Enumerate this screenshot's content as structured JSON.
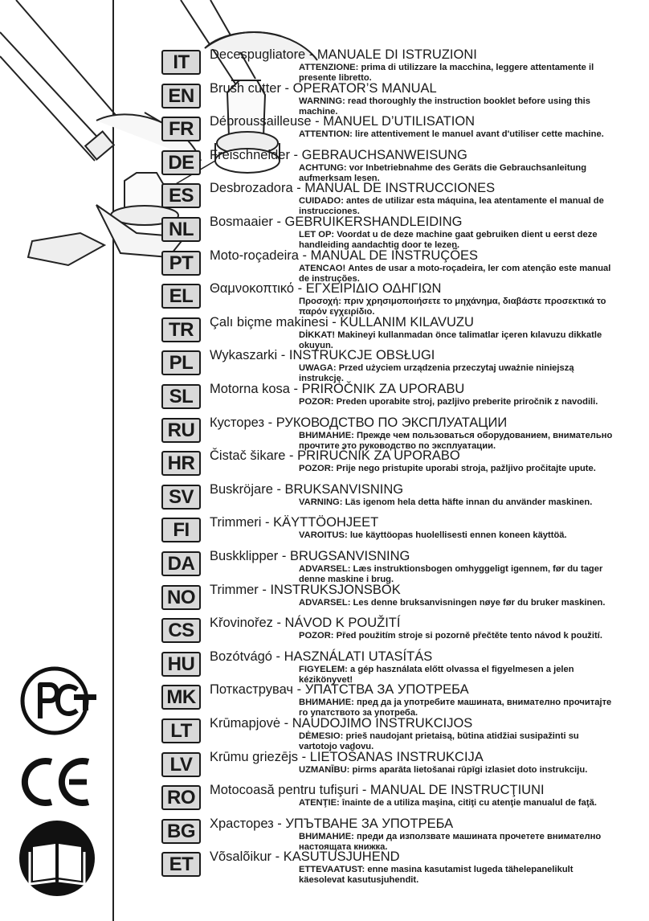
{
  "languages": [
    {
      "code": "IT",
      "title": "Decespugliatore - MANUALE DI ISTRUZIONI",
      "warn_label": "ATTENZIONE:",
      "warn_text": "prima di utilizzare la macchina, leggere attentamente il presente libretto."
    },
    {
      "code": "EN",
      "title": "Brush cutter - OPERATOR’S MANUAL",
      "warn_label": "WARNING:",
      "warn_text": "read thoroughly the instruction booklet before using this machine."
    },
    {
      "code": "FR",
      "title": "Débroussailleuse - MANUEL D’UTILISATION",
      "warn_label": "ATTENTION:",
      "warn_text": "lire attentivement le manuel avant d'utiliser cette machine."
    },
    {
      "code": "DE",
      "title": "Freischneider - GEBRAUCHSANWEISUNG",
      "warn_label": "ACHTUNG:",
      "warn_text": "vor Inbetriebnahme des Geräts die Gebrauchsanleitung aufmerksam lesen."
    },
    {
      "code": "ES",
      "title": "Desbrozadora - MANUAL DE INSTRUCCIONES",
      "warn_label": "CUIDADO:",
      "warn_text": "antes de utilizar esta máquina, lea atentamente el manual de instrucciones."
    },
    {
      "code": "NL",
      "title": "Bosmaaier - GEBRUIKERSHANDLEIDING",
      "warn_label": "LET OP:",
      "warn_text": "Voordat u de deze machine gaat gebruiken dient u eerst deze handleiding aandachtig door te lezen."
    },
    {
      "code": "PT",
      "title": "Moto-roçadeira - MANUAL DE INSTRUÇÕES",
      "warn_label": "ATENCAO!",
      "warn_text": "Antes de usar a moto-roçadeira, ler com atenção este manual de instruções."
    },
    {
      "code": "EL",
      "title": "Θαμνοκοπτικό - ΕΓΧΕΙΡΙΔΙΟ ΟΔΗΓΙΩΝ",
      "warn_label": "Προσοχή:",
      "warn_text": "πριν χρησιμοποιήσετε το μηχάνημα, διαβάστε προσεκτικά το παρόν εγχειρίδιο."
    },
    {
      "code": "TR",
      "title": "Çalı biçme makinesi - KULLANIM KILAVUZU",
      "warn_label": "DİKKAT!",
      "warn_text": "Makineyi kullanmadan önce talimatlar içeren kılavuzu dikkatle okuyun."
    },
    {
      "code": "PL",
      "title": "Wykaszarki - INSTRUKCJE OBSŁUGI",
      "warn_label": "UWAGA:",
      "warn_text": "Przed użyciem urządzenia przeczytaj uważnie niniejszą instrukcję."
    },
    {
      "code": "SL",
      "title": "Motorna kosa - PRIROČNIK ZA UPORABU",
      "warn_label": "POZOR:",
      "warn_text": "Preden uporabite stroj, pazljivo preberite priročnik z navodili."
    },
    {
      "code": "RU",
      "title": "Кусторез - РУКОВОДСТВО ПО ЭКСПЛУАТАЦИИ",
      "warn_label": "ВНИМАНИЕ:",
      "warn_text": "Прежде чем пользоваться оборудованием, внимательно прочтите это руководство по эксплуатации."
    },
    {
      "code": "HR",
      "title": "Čistač šikare - PRIRUČNIK ZA UPORABO",
      "warn_label": "POZOR:",
      "warn_text": "Prije nego pristupite uporabi stroja, pažljivo pročitajte upute."
    },
    {
      "code": "SV",
      "title": "Buskröjare - BRUKSANVISNING",
      "warn_label": "VARNING:",
      "warn_text": "Läs igenom hela detta häfte innan du använder maskinen."
    },
    {
      "code": "FI",
      "title": "Trimmeri - KÄYTTÖOHJEET",
      "warn_label": "VAROITUS:",
      "warn_text": "lue käyttöopas huolellisesti ennen koneen käyttöä."
    },
    {
      "code": "DA",
      "title": "Buskklipper - BRUGSANVISNING",
      "warn_label": "ADVARSEL:",
      "warn_text": "Læs instruktionsbogen omhyggeligt igennem, før du tager denne maskine i brug."
    },
    {
      "code": "NO",
      "title": "Trimmer - INSTRUKSJONSBOK",
      "warn_label": "ADVARSEL:",
      "warn_text": "Les denne bruksanvisningen nøye før du bruker maskinen."
    },
    {
      "code": "CS",
      "title": "Křovinořez - NÁVOD K POUŽITÍ",
      "warn_label": "POZOR:",
      "warn_text": "Před použitím stroje si pozorně přečtěte tento návod k použití."
    },
    {
      "code": "HU",
      "title": "Bozótvágó - HASZNÁLATI UTASÍTÁS",
      "warn_label": "FIGYELEM:",
      "warn_text": "a gép használata előtt olvassa el figyelmesen a jelen kézikönyvet!"
    },
    {
      "code": "MK",
      "title": "Поткаструвач - УПАТСТВА ЗА УПОТРЕБА",
      "warn_label": "ВНИМАНИЕ:",
      "warn_text": "пред да ја употребите машината, внимателно прочитајте го упатството за употреба."
    },
    {
      "code": "LT",
      "title": "Krūmapjovė - NAUDOJIMO INSTRUKCIJOS",
      "warn_label": "DĖMESIO:",
      "warn_text": "prieš naudojant prietaisą, būtina atidžiai susipažinti su vartotojo vadovu."
    },
    {
      "code": "LV",
      "title": "Krūmu griezējs - LIETOŠANAS INSTRUKCIJA",
      "warn_label": "UZMANĪBU:",
      "warn_text": "pirms aparāta lietošanai rūpīgi izlasiet doto instrukciju."
    },
    {
      "code": "RO",
      "title": "Motocoasă pentru tufişuri - MANUAL DE INSTRUCŢIUNI",
      "warn_label": "ATENŢIE:",
      "warn_text": "înainte de a utiliza maşina, citiţi cu atenţie manualul de faţă."
    },
    {
      "code": "BG",
      "title": "Храсторез - УПЪТВАНЕ ЗА УПОТРЕБА",
      "warn_label": "ВНИМАНИЕ:",
      "warn_text": "преди да използвате машината прочетете внимателно настоящата книжка."
    },
    {
      "code": "ET",
      "title": "Võsalõikur - KASUTUSJUHEND",
      "warn_label": "ETTEVAATUST:",
      "warn_text": "enne masina kasutamist lugeda tähelepanelikult käesolevat kasutusjuhendit."
    }
  ],
  "symbols": {
    "gost": "gost-r-certification-icon",
    "ce": "ce-mark-icon",
    "manual": "read-manual-book-icon"
  }
}
